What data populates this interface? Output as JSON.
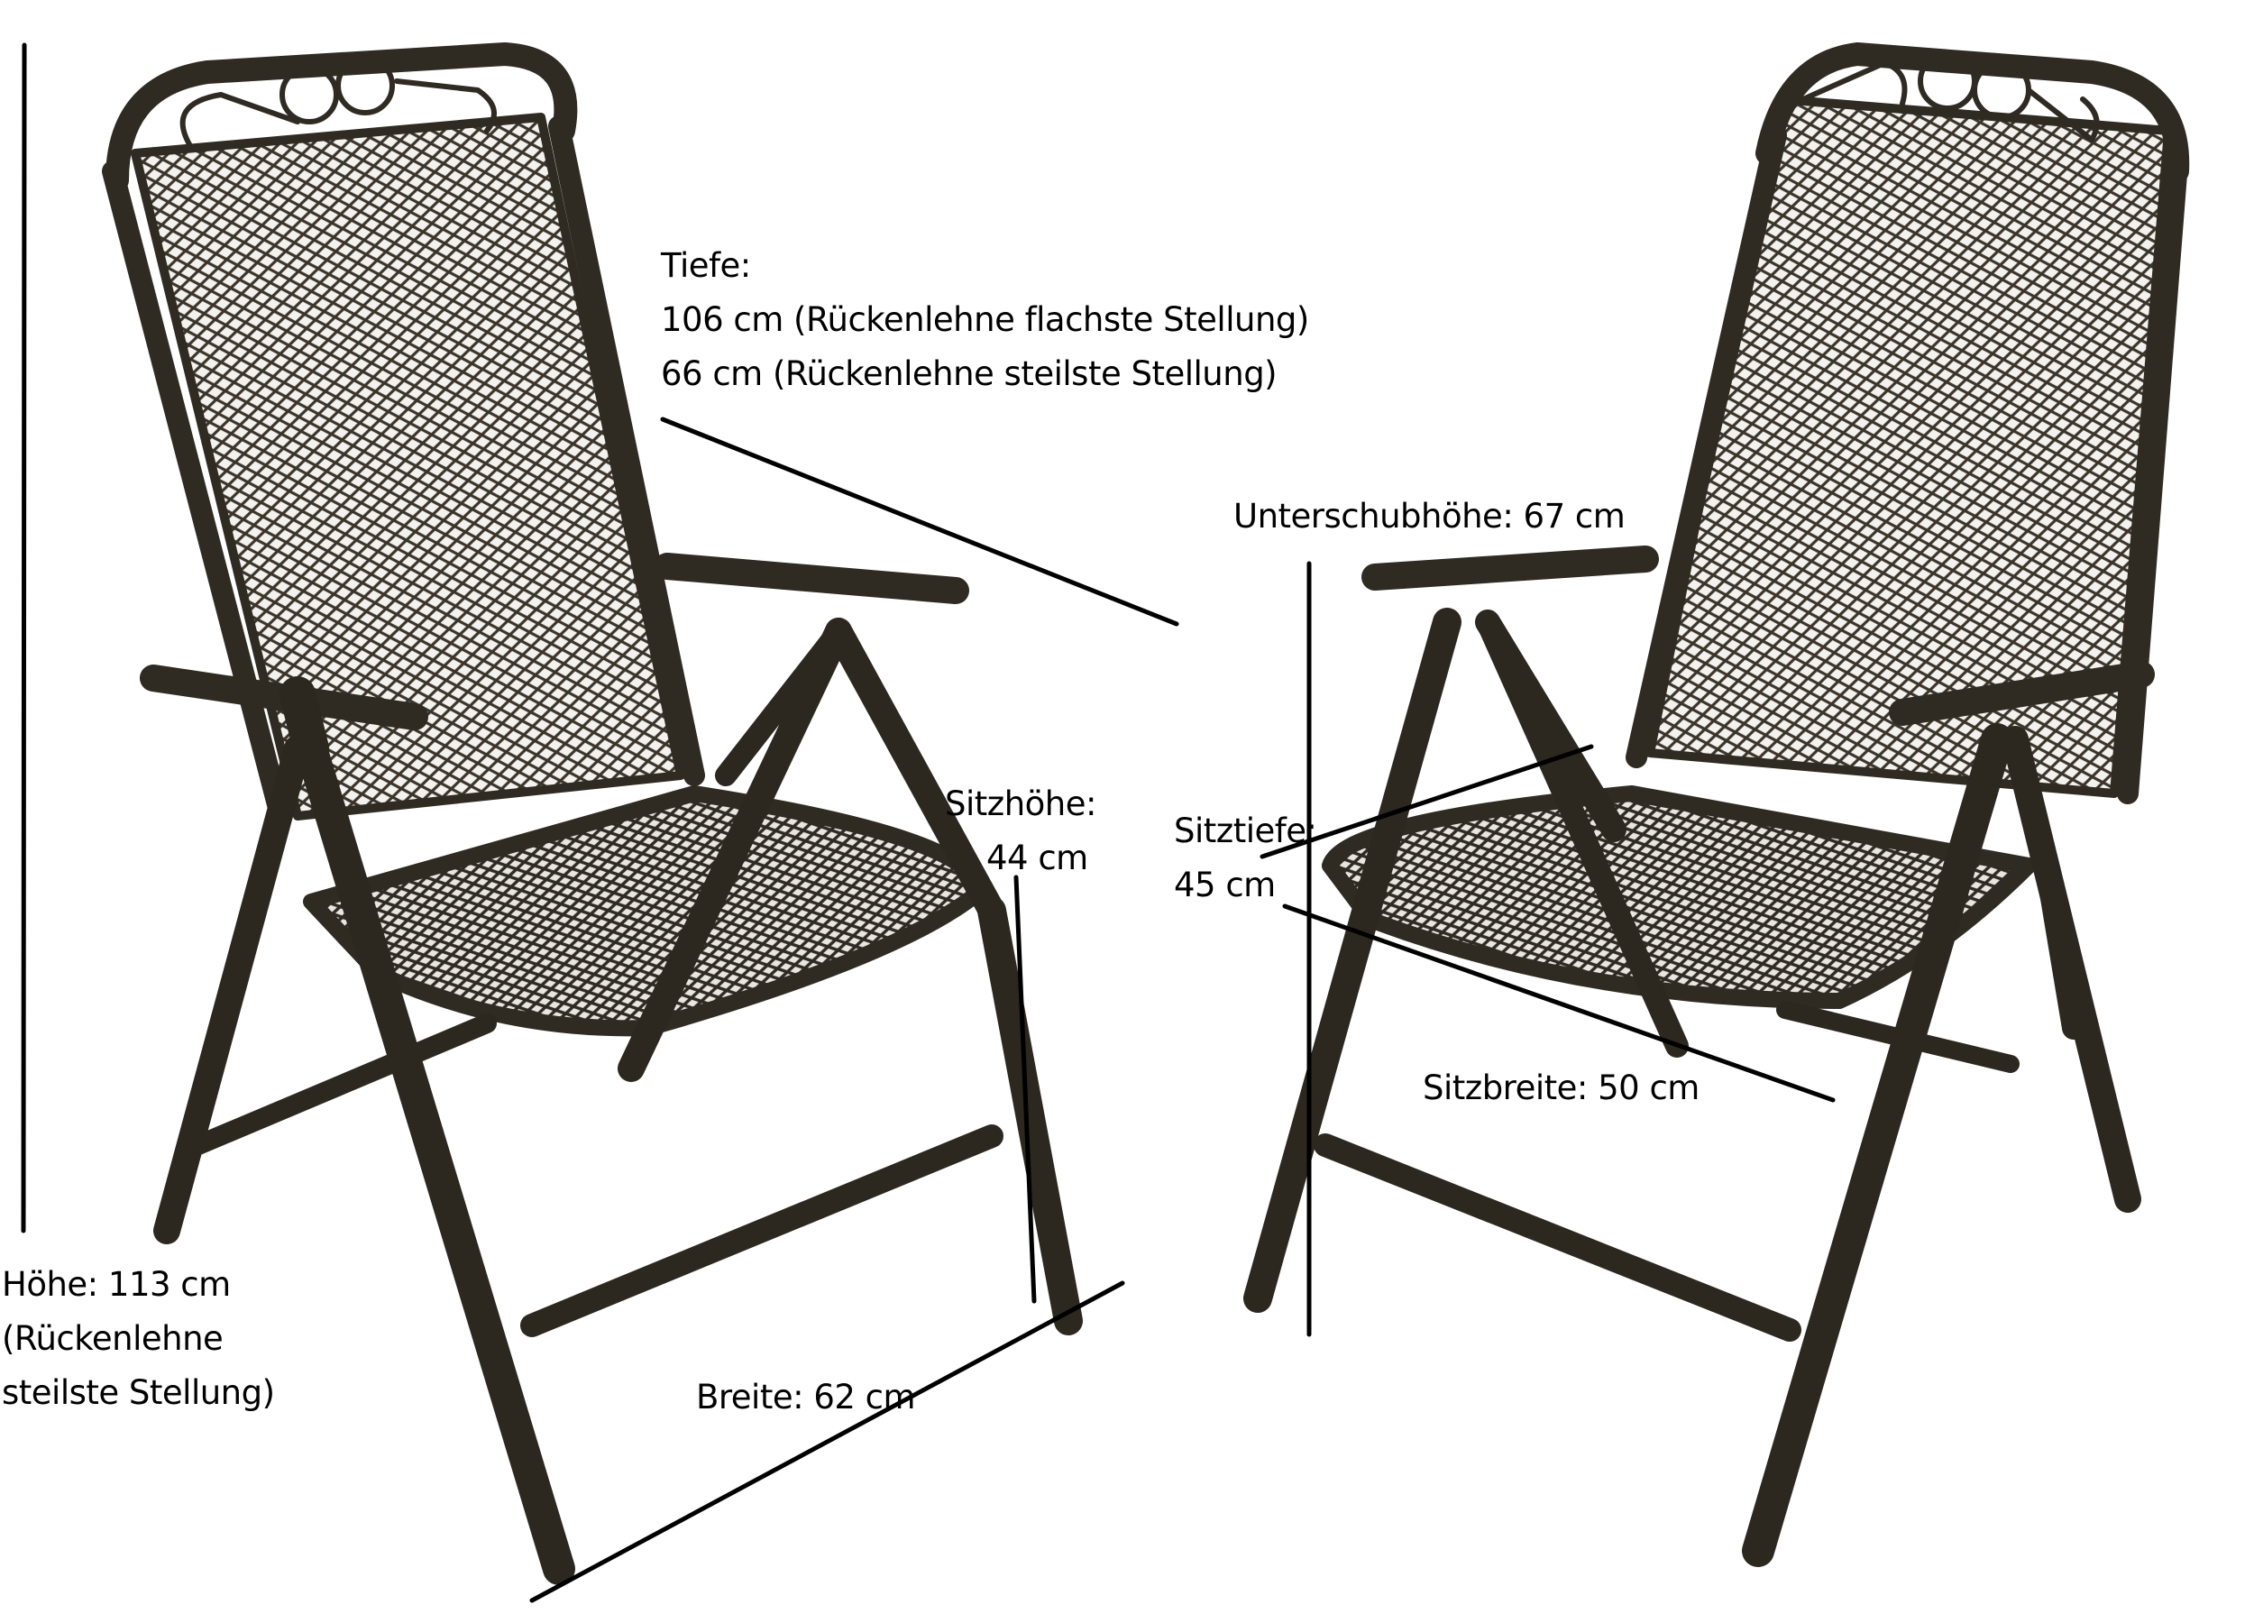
{
  "image": {
    "background": "#ffffff",
    "frame_color": "#2f2a22",
    "mesh_color": "#3a342b",
    "annotation_line_color": "#000000"
  },
  "chairs": [
    {
      "id": "left",
      "description": "Folding mesh garden chair, angled view, armrests, decorative scroll top"
    },
    {
      "id": "right",
      "description": "Folding mesh garden chair, angled view, armrests, decorative scroll top"
    }
  ],
  "annotations": {
    "tiefe": {
      "title": "Tiefe:",
      "line1": "106 cm (Rückenlehne flachste Stellung)",
      "line2": "66 cm (Rückenlehne steilste Stellung)"
    },
    "unterschubhoehe": {
      "text": "Unterschubhöhe: 67 cm"
    },
    "sitzhoehe": {
      "title": "Sitzhöhe:",
      "value": "44 cm"
    },
    "sitztiefe": {
      "title": "Sitztiefe:",
      "value": "45 cm"
    },
    "sitzbreite": {
      "text": "Sitzbreite: 50 cm"
    },
    "breite": {
      "text": "Breite: 62 cm"
    },
    "hoehe": {
      "line1": "Höhe: 113 cm",
      "line2": "(Rückenlehne",
      "line3": "steilste Stellung)"
    }
  }
}
